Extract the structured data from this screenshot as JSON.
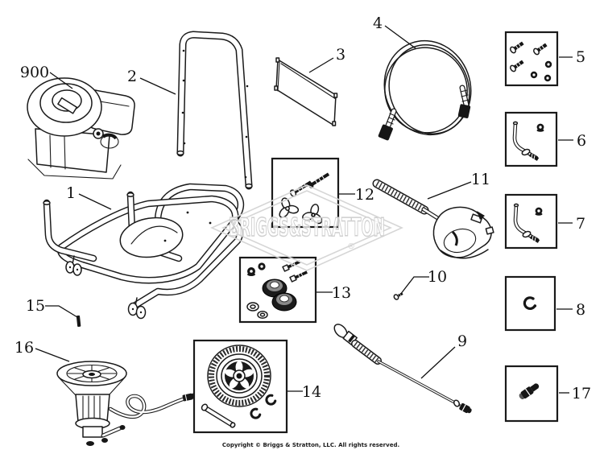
{
  "page": {
    "background": "#ffffff",
    "line_color": "#1a1a1a",
    "watermark": {
      "brand": "BRIGGS&STRATTON",
      "registered": "®",
      "color": "#d6d6d6"
    },
    "copyright": "Copyright © Briggs & Stratton, LLC. All rights reserved."
  },
  "callouts": {
    "engine": "900",
    "frame": "1",
    "handle": "2",
    "panel": "3",
    "hose": "4",
    "bolt_nut_kit": "5",
    "handle_pin_kit_a": "6",
    "handle_pin_kit_b": "7",
    "clip_kit": "8",
    "wand": "9",
    "screw": "10",
    "spray_gun": "11",
    "knob_bolt_kit": "12",
    "wheel_hardware_kit": "13",
    "wheel_kit": "14",
    "pin": "15",
    "pump": "16",
    "fitting_kit": "17"
  }
}
